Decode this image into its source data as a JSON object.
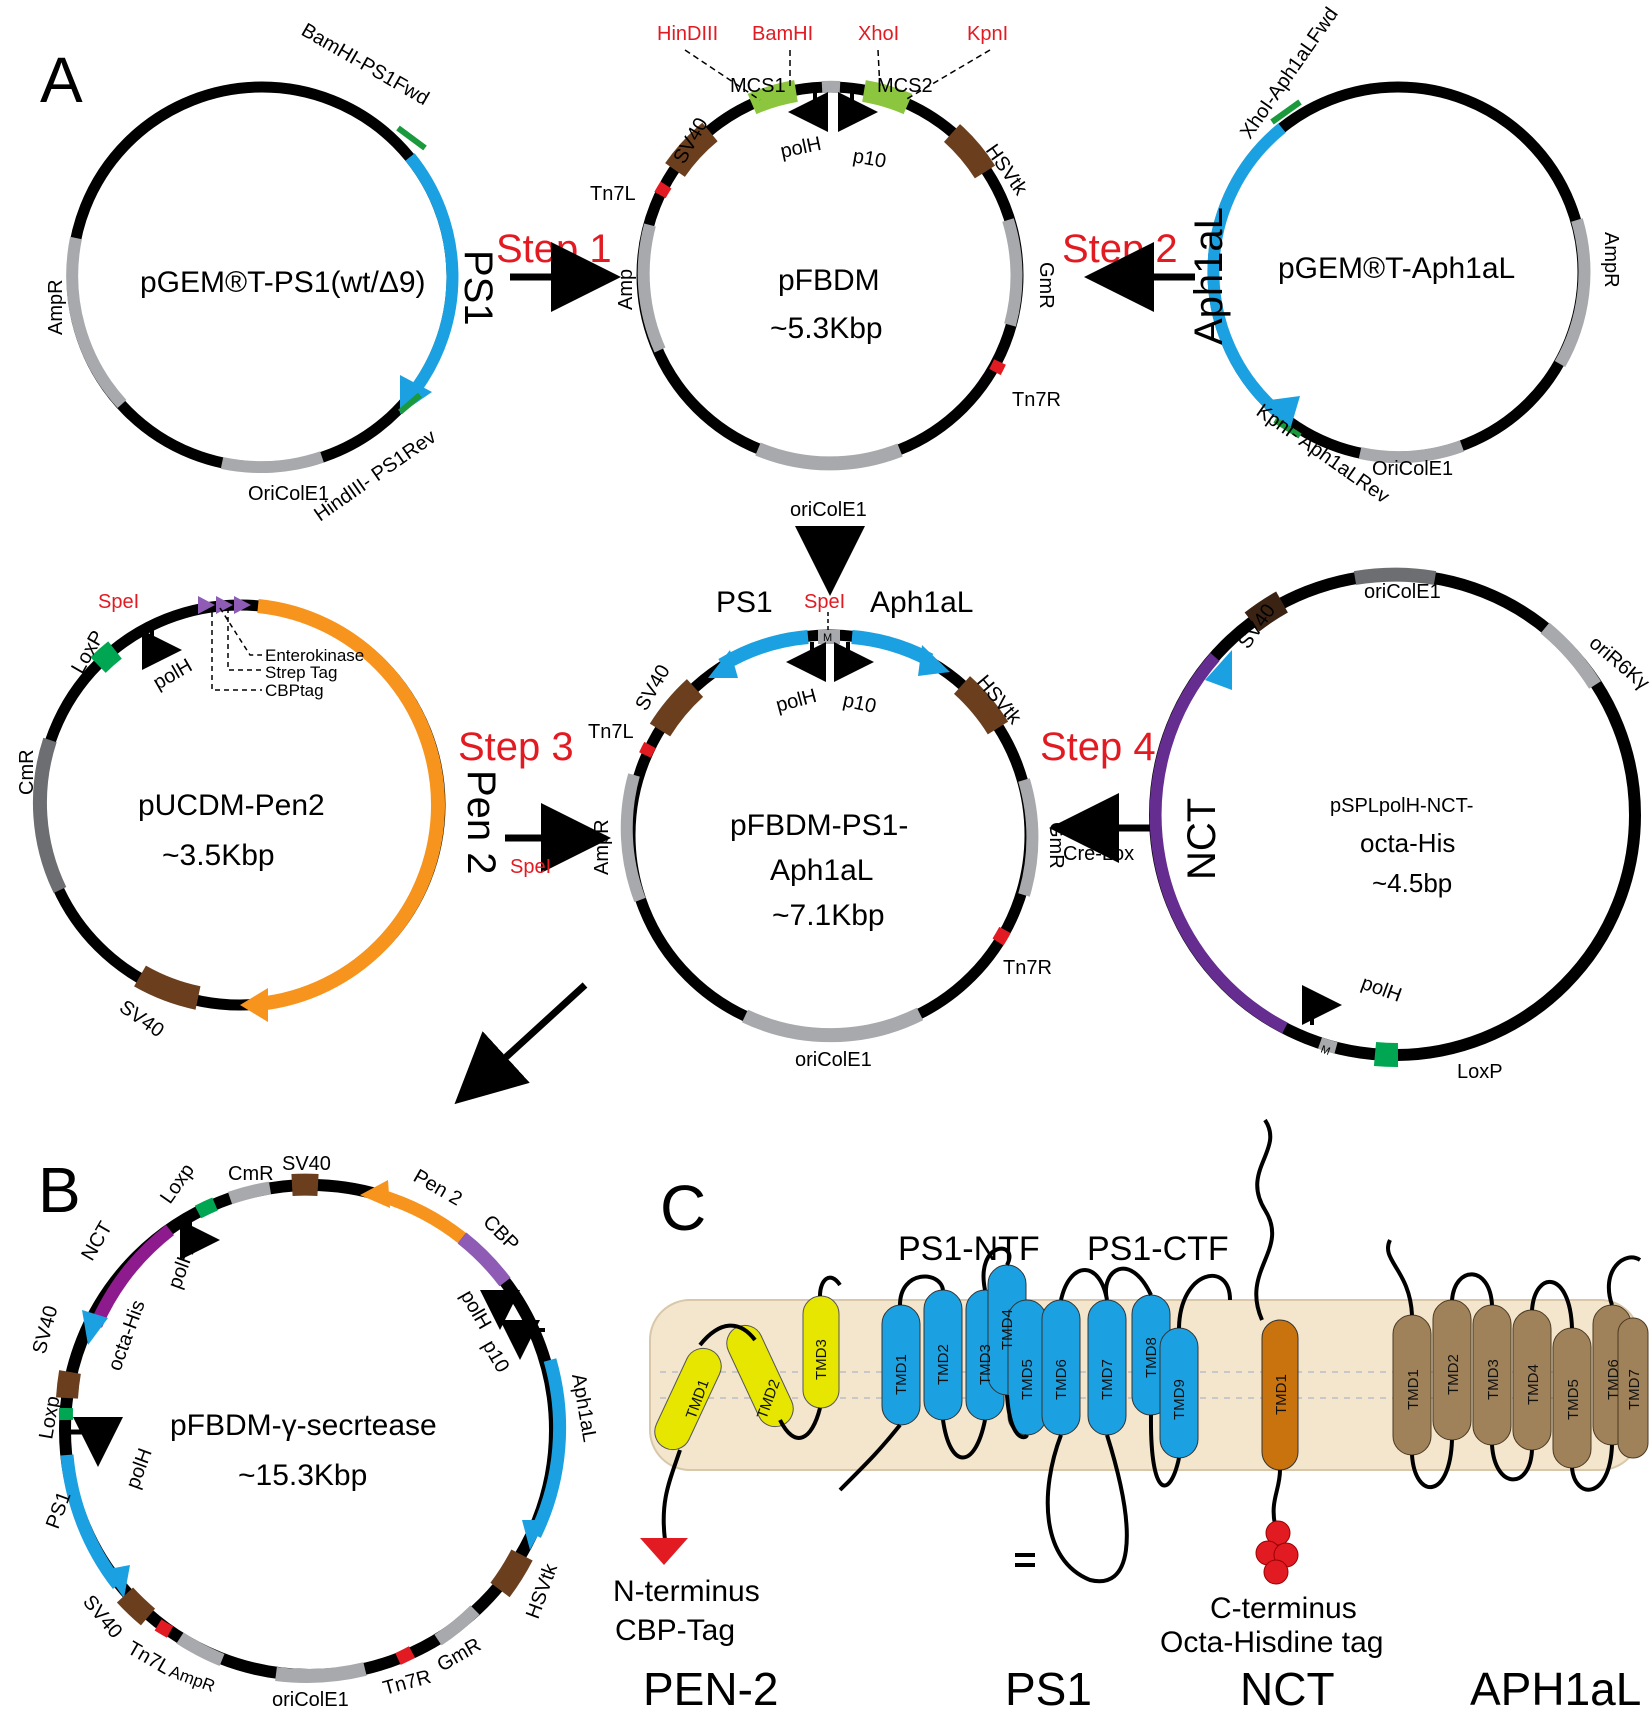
{
  "colors": {
    "backbone": "#000000",
    "gray": "#a7a9ac",
    "promoter_brown": "#6b3f1e",
    "mcs_green": "#8cc63f",
    "primer_green": "#1a9a3c",
    "ps1_blue": "#1ba1e2",
    "pen2_orange": "#f7941d",
    "nct_purple": "#662d91",
    "tag_purple": "#8e5bb5",
    "tn7_red": "#e21b23",
    "step_red": "#e21b23",
    "loxp_green": "#00a651",
    "tmd_yellow": "#e6e600",
    "tmd_tan": "#a0825a",
    "tmd_orange": "#c8730e",
    "lipid": "#f4e6cc"
  },
  "panels": {
    "a": "A",
    "b": "B",
    "c": "C"
  },
  "steps": {
    "s1": "Step 1",
    "s2": "Step 2",
    "s3": "Step 3",
    "s4": "Step 4"
  },
  "arrow_labels": {
    "spel": "SpeI",
    "crelox": "Cre-Lox"
  },
  "p1": {
    "name": "pGEM®T-PS1(wt/Δ9)",
    "insert": "PS1",
    "labels": {
      "fwd": "BamHI-PS1Fwd",
      "rev": "HindIII- PS1Rev",
      "amp": "AmpR",
      "ori": "OriColE1"
    }
  },
  "p2": {
    "name": "pFBDM",
    "size": "~5.3Kbp",
    "sites": {
      "hind": "HinDIII",
      "bam": "BamHI",
      "xho": "XhoI",
      "kpn": "KpnI"
    },
    "labels": {
      "mcs1": "MCS1",
      "mcs2": "MCS2",
      "sv40": "SV40",
      "hsvtk": "HSVtk",
      "tn7l": "Tn7L",
      "tn7r": "Tn7R",
      "amp": "Amp",
      "gm": "GmR",
      "ori": "oriColE1",
      "polh": "polH",
      "p10": "p10"
    }
  },
  "p3": {
    "name": "pGEM®T-Aph1aL",
    "insert": "Aph1aL",
    "labels": {
      "fwd": "XhoI-Aph1aLFwd",
      "rev": "KpnI- Aph1aLRev",
      "amp": "AmpR",
      "ori": "OriColE1"
    }
  },
  "p4": {
    "name": "pUCDM-Pen2",
    "size": "~3.5Kbp",
    "insert": "Pen 2",
    "labels": {
      "spel": "SpeI",
      "loxp": "LoxP",
      "polh": "polH",
      "entero": "Enterokinase",
      "strep": "Strep Tag",
      "cbp": "CBPtag",
      "cm": "CmR",
      "sv40": "SV40"
    }
  },
  "p5": {
    "name": "pFBDM-PS1-",
    "name2": "Aph1aL",
    "size": "~7.1Kbp",
    "labels": {
      "ps1": "PS1",
      "aph": "Aph1aL",
      "spel": "SpeI",
      "m": "M",
      "sv40": "SV40",
      "hsvtk": "HSVtk",
      "tn7l": "Tn7L",
      "tn7r": "Tn7R",
      "amp": "AmpR",
      "gm": "GmR",
      "ori": "oriColE1",
      "polh": "polH",
      "p10": "p10"
    }
  },
  "p6": {
    "name": "pSPLpolH-NCT-",
    "name2": "octa-His",
    "size": "~4.5bp",
    "insert": "NCT",
    "labels": {
      "sv40": "SV40",
      "ori": "oriColE1",
      "ori2": "oriR6Kγ",
      "polh": "polH",
      "loxp": "LoxP",
      "m": "M"
    }
  },
  "p7": {
    "name": "pFBDM-γ-secrtease",
    "size": "~15.3Kbp",
    "labels": {
      "loxp": "Loxp",
      "cm": "CmR",
      "sv40": "SV40",
      "pen2": "Pen 2",
      "cbp": "CBP",
      "nct": "NCT",
      "octa": "octa-His",
      "polh": "polH",
      "p10": "p10",
      "aph": "Aph1aL",
      "hsvtk": "HSVtk",
      "ps1": "PS1",
      "sv40b": "SV40",
      "loxp2": "Loxp",
      "sv40c": "SV40",
      "tn7l": "Tn7L",
      "amp": "AmpR",
      "ori": "oriColE1",
      "tn7r": "Tn7R",
      "gm": "GmR"
    }
  },
  "panel_c": {
    "titles": {
      "ntf": "PS1-NTF",
      "ctf": "PS1-CTF"
    },
    "proteins": [
      "PEN-2",
      "PS1",
      "NCT",
      "APH1aL"
    ],
    "nterm": "N-terminus",
    "nterm_tag": "CBP-Tag",
    "cterm": "C-terminus",
    "cterm_tag": "Octa-Hisdine tag",
    "pen2_tmds": [
      "TMD1",
      "TMD2",
      "TMD3"
    ],
    "ps1_tmds": [
      "TMD1",
      "TMD2",
      "TMD3",
      "TMD4",
      "TMD5",
      "TMD6",
      "TMD7",
      "TMD8",
      "TMD9"
    ],
    "nct_tmds": [
      "TMD1"
    ],
    "aph_tmds": [
      "TMD1",
      "TMD2",
      "TMD3",
      "TMD4",
      "TMD5",
      "TMD6",
      "TMD7"
    ]
  }
}
